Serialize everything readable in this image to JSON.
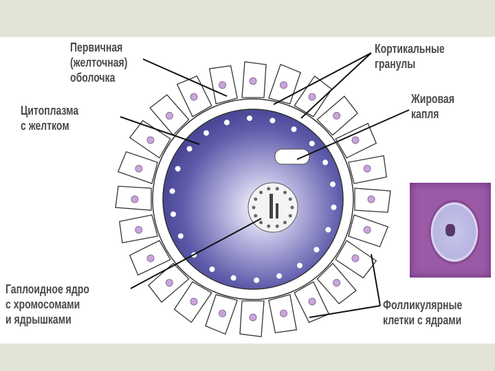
{
  "labels": {
    "primary_membrane": [
      "Первичная",
      "(желточная)",
      "оболочка"
    ],
    "cytoplasm": [
      "Цитоплазма",
      "с желтком"
    ],
    "cortical_granules": [
      "Кортикальные",
      "гранулы"
    ],
    "fat_droplet": [
      "Жировая",
      "капля"
    ],
    "nucleus": [
      "Гаплоидное ядро",
      "с хромосомами",
      "и ядрышками"
    ],
    "follicular_cells": [
      "Фолликулярные",
      "клетки с ядрами"
    ]
  },
  "colors": {
    "background": "#e3e4d6",
    "cytoplasm": "#5a57a8",
    "cell_nucleus": "#c9a6d9",
    "text": "#4a4a4a"
  }
}
